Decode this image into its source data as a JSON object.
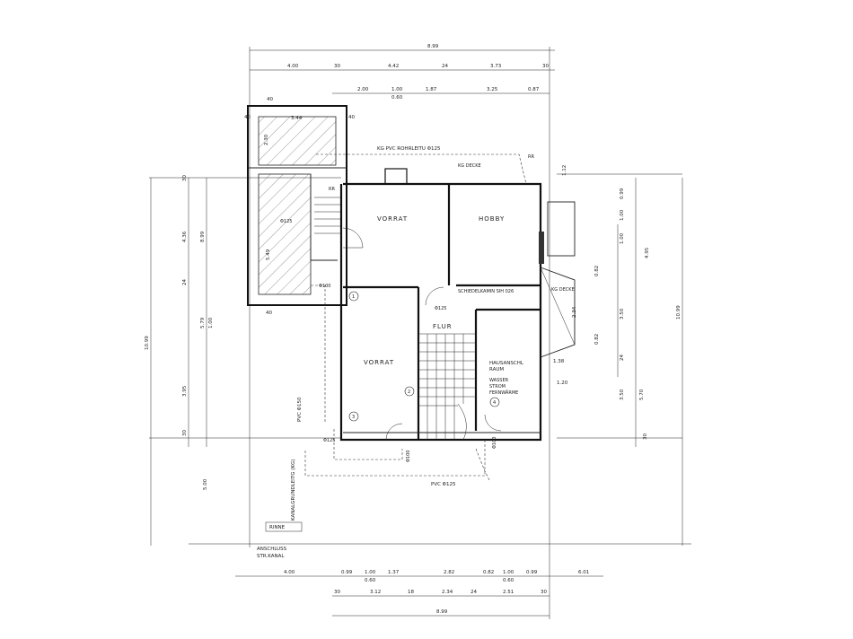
{
  "rooms": {
    "vorrat_top": "VORRAT",
    "hobby": "HOBBY",
    "flur": "FLUR",
    "vorrat_bottom": "VORRAT",
    "hausanschl_1": "HAUSANSCHL",
    "hausanschl_2": "RAUM",
    "wasser": "WASSER",
    "strom": "STROM",
    "fernwaerme": "FERNWÄRME"
  },
  "annotations": {
    "kg_pvc": "KG PVC ROHRLEITU Φ125",
    "kg_decke_top": "KG DECKE",
    "kg_decke_right": "KG DECKE",
    "schiedel": "SCHIEDELKAMIN SIH 026",
    "pvc_bottom": "PVC Φ125",
    "pvc_left": "PVC Φ150",
    "kanal": "KANALGRUNDLEITG (KG)",
    "rinne": "RINNE",
    "anschluss_1": "ANSCHLUSS",
    "anschluss_2": "STR.KANAL",
    "rr_1": "RR",
    "rr_2": "RR",
    "phi100_a": "Φ100",
    "phi100_b": "Φ100",
    "phi100_c": "Φ100",
    "phi125_a": "Φ125",
    "phi125_b": "Φ125",
    "phi125_c": "Φ125",
    "c1": "1",
    "c2": "2",
    "c3": "3",
    "c4": "4"
  },
  "dimensions": {
    "top_total": "8.99",
    "top_a": [
      "4.00",
      "30",
      "4.42",
      "24",
      "3.73",
      "30"
    ],
    "top_b": [
      "2.00",
      "1.00",
      "0.60",
      "1.87",
      "3.25",
      "0.87"
    ],
    "bot_a": [
      "4.00",
      "0.99",
      "1.00",
      "0.60",
      "1.37",
      "2.82",
      "0.82",
      "1.00",
      "0.60",
      "0.99",
      "6.01"
    ],
    "bot_b": [
      "30",
      "3.12",
      "18",
      "2.34",
      "24",
      "2.51",
      "30"
    ],
    "bot_total": "8.99",
    "left_outer": "10.99",
    "left_a": [
      "30",
      "4.36",
      "24",
      "3.95",
      "30",
      "5.00"
    ],
    "left_b": [
      "8.99",
      "5.79",
      "1.00"
    ],
    "right_a": [
      "1.12",
      "0.99",
      "1.00",
      "1.00",
      "4.95",
      "0.82",
      "3.50",
      "0.82",
      "24",
      "3.50",
      "30"
    ],
    "right_outer": "10.99",
    "right_b": [
      "2.34",
      "1.38",
      "1.20",
      "5.70"
    ],
    "garage": [
      "3.44",
      "2.30",
      "5.49",
      "40",
      "40",
      "40",
      "40"
    ]
  }
}
